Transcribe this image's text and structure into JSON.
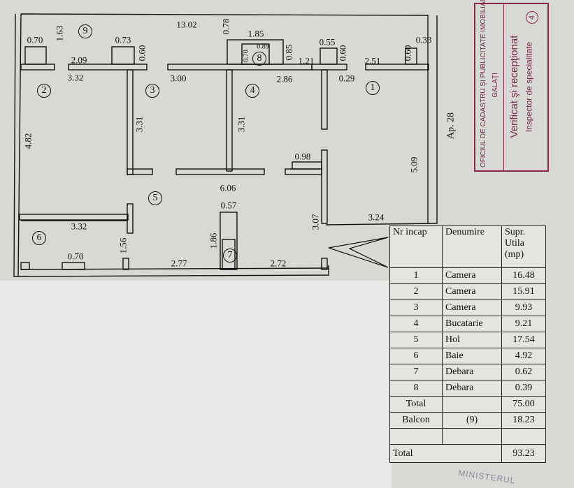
{
  "plan": {
    "apartment": "Ap. 28",
    "rooms": [
      "1",
      "2",
      "3",
      "4",
      "5",
      "6",
      "7",
      "8",
      "9"
    ],
    "dims": {
      "d_0_70_a": "0.70",
      "d_1_63": "1.63",
      "d_0_73": "0.73",
      "d_0_60_a": "0.60",
      "d_13_02": "13.02",
      "d_0_78": "0.78",
      "d_1_85": "1.85",
      "d_0_70_b": "0.70",
      "d_0_89": "0.89",
      "d_0_85": "0.85",
      "d_1_21": "1.21",
      "d_0_55": "0.55",
      "d_0_60_b": "0.60",
      "d_0_29": "0.29",
      "d_2_51": "2.51",
      "d_0_60_c": "0.60",
      "d_0_33": "0.33",
      "d_2_09": "2.09",
      "d_3_32_a": "3.32",
      "d_3_00": "3.00",
      "d_2_86": "2.86",
      "d_3_31_a": "3.31",
      "d_3_31_b": "3.31",
      "d_4_82": "4.82",
      "d_5_09": "5.09",
      "d_0_98": "0.98",
      "d_6_06": "6.06",
      "d_0_57": "0.57",
      "d_3_07": "3.07",
      "d_3_24": "3.24",
      "d_3_32_b": "3.32",
      "d_1_56": "1.56",
      "d_1_86": "1.86",
      "d_0_70_c": "0.70",
      "d_2_77": "2.77",
      "d_2_72": "2.72"
    }
  },
  "stamp": {
    "office": "OFICIUL DE CADASTRU ŞI PUBLICITATE IMOBILIARĂ",
    "city": "GALAŢI",
    "verified": "Verificat şi recepţionat",
    "inspector": "Inspector de specialitate",
    "number": "4",
    "color": "#8a2a4e"
  },
  "table": {
    "headers": [
      "Nr incap",
      "Denumire",
      "Supr. Utila (mp)"
    ],
    "rows": [
      {
        "nr": "1",
        "name": "Camera",
        "area": "16.48"
      },
      {
        "nr": "2",
        "name": "Camera",
        "area": "15.91"
      },
      {
        "nr": "3",
        "name": "Camera",
        "area": "9.93"
      },
      {
        "nr": "4",
        "name": "Bucatarie",
        "area": "9.21"
      },
      {
        "nr": "5",
        "name": "Hol",
        "area": "17.54"
      },
      {
        "nr": "6",
        "name": "Baie",
        "area": "4.92"
      },
      {
        "nr": "7",
        "name": "Debara",
        "area": "0.62"
      },
      {
        "nr": "8",
        "name": "Debara",
        "area": "0.39"
      }
    ],
    "subtotal_label": "Total",
    "subtotal": "75.00",
    "balcony_label": "Balcon",
    "balcony_ref": "(9)",
    "balcony_area": "18.23",
    "total_label": "Total",
    "total": "93.23"
  },
  "seal_text": "MINISTERUL"
}
